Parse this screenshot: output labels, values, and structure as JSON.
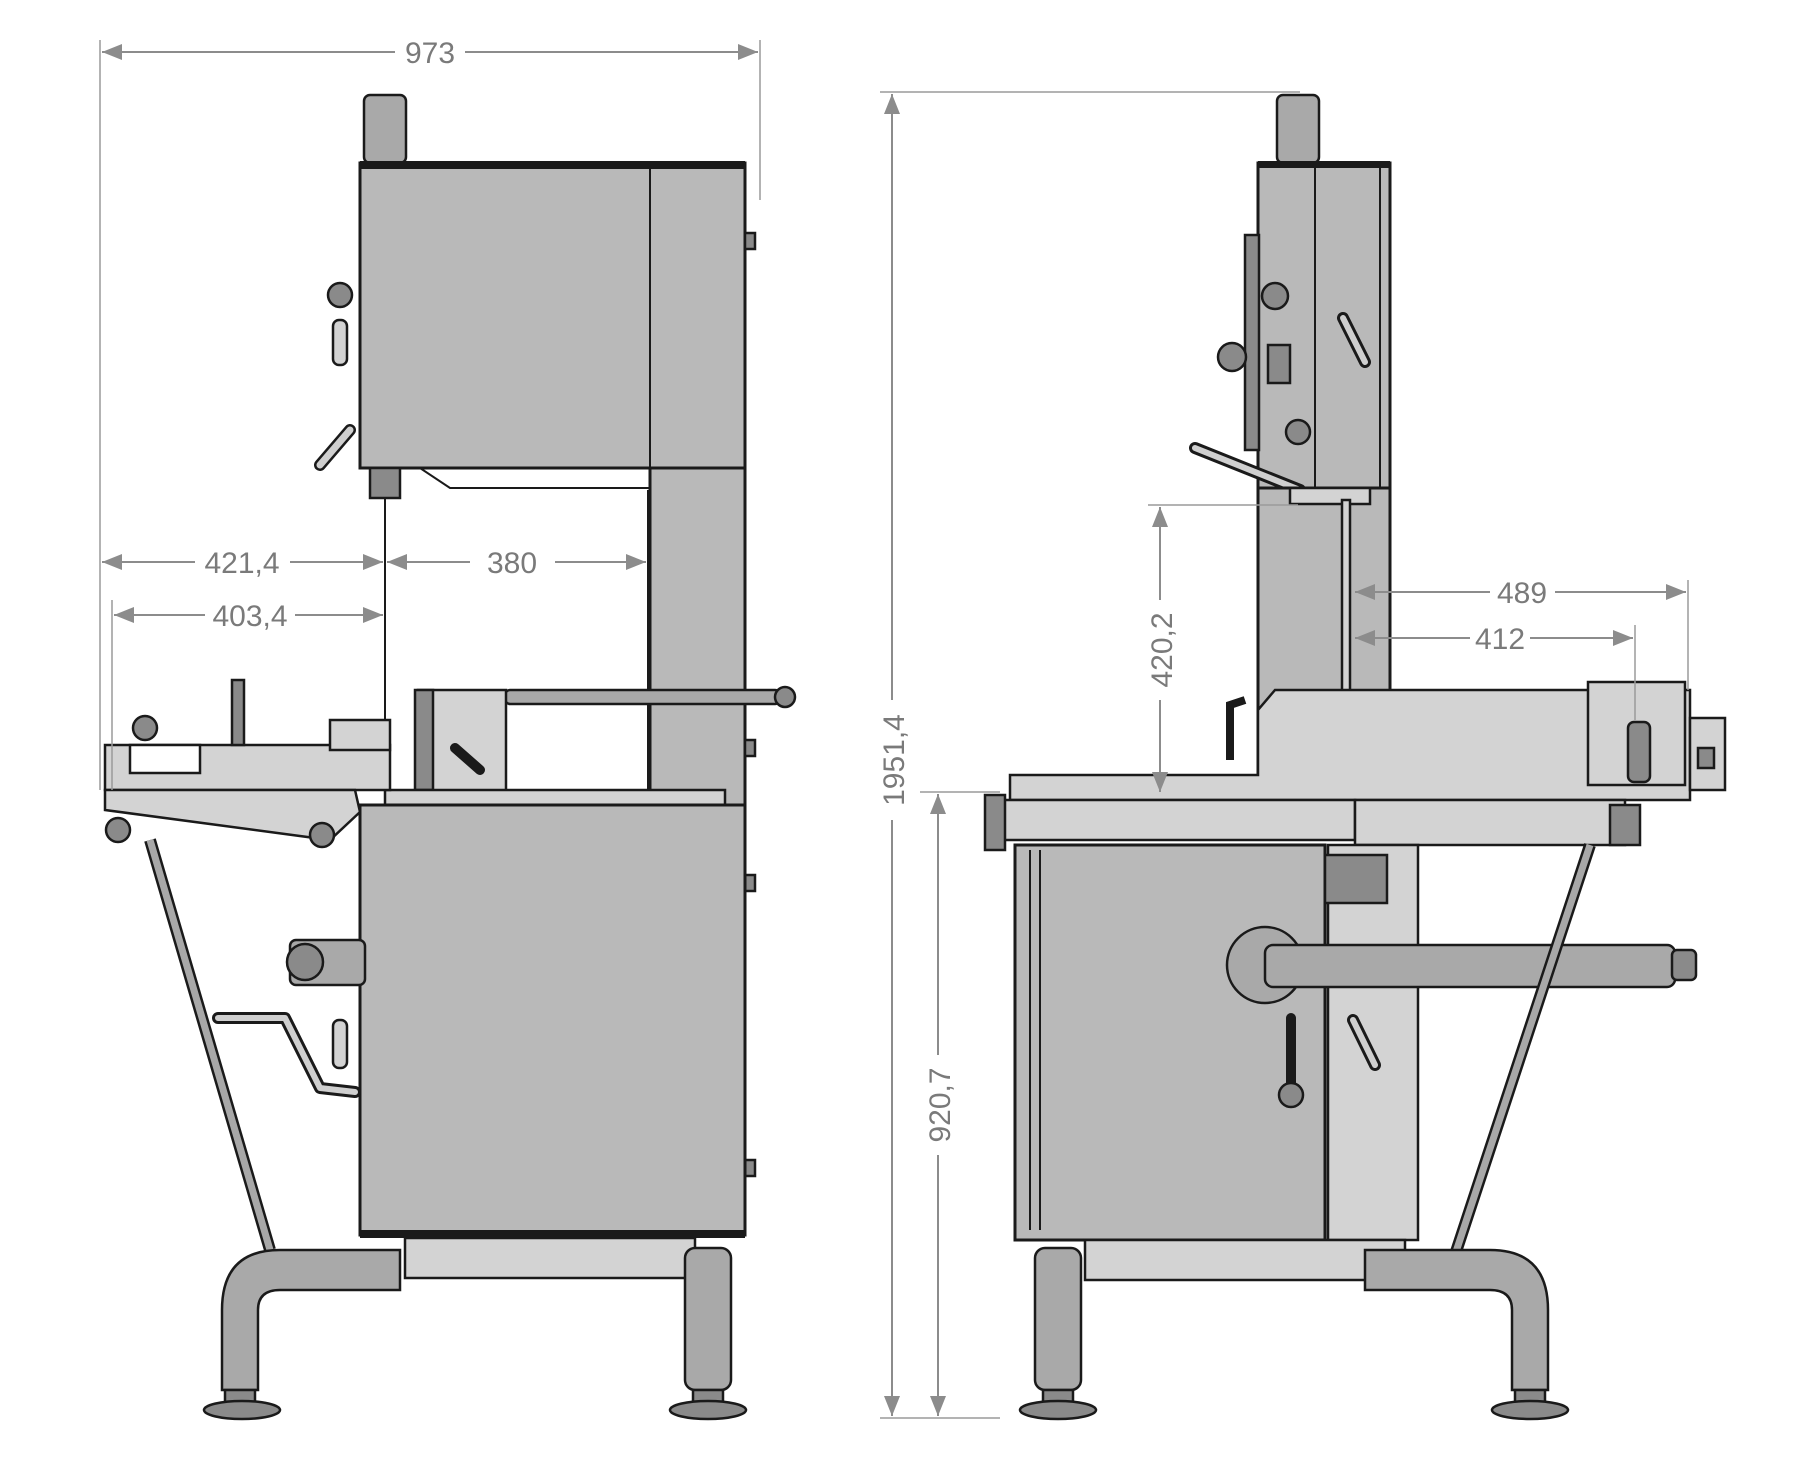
{
  "drawing": {
    "front_view": {
      "dimensions": {
        "overall_width": "973",
        "left_offset_outer": "421,4",
        "left_offset_inner": "403,4",
        "throat_width": "380"
      }
    },
    "side_view": {
      "dimensions": {
        "overall_height": "1951,4",
        "table_height": "920,7",
        "cutting_height": "420,2",
        "depth_outer": "489",
        "depth_inner": "412"
      }
    }
  }
}
